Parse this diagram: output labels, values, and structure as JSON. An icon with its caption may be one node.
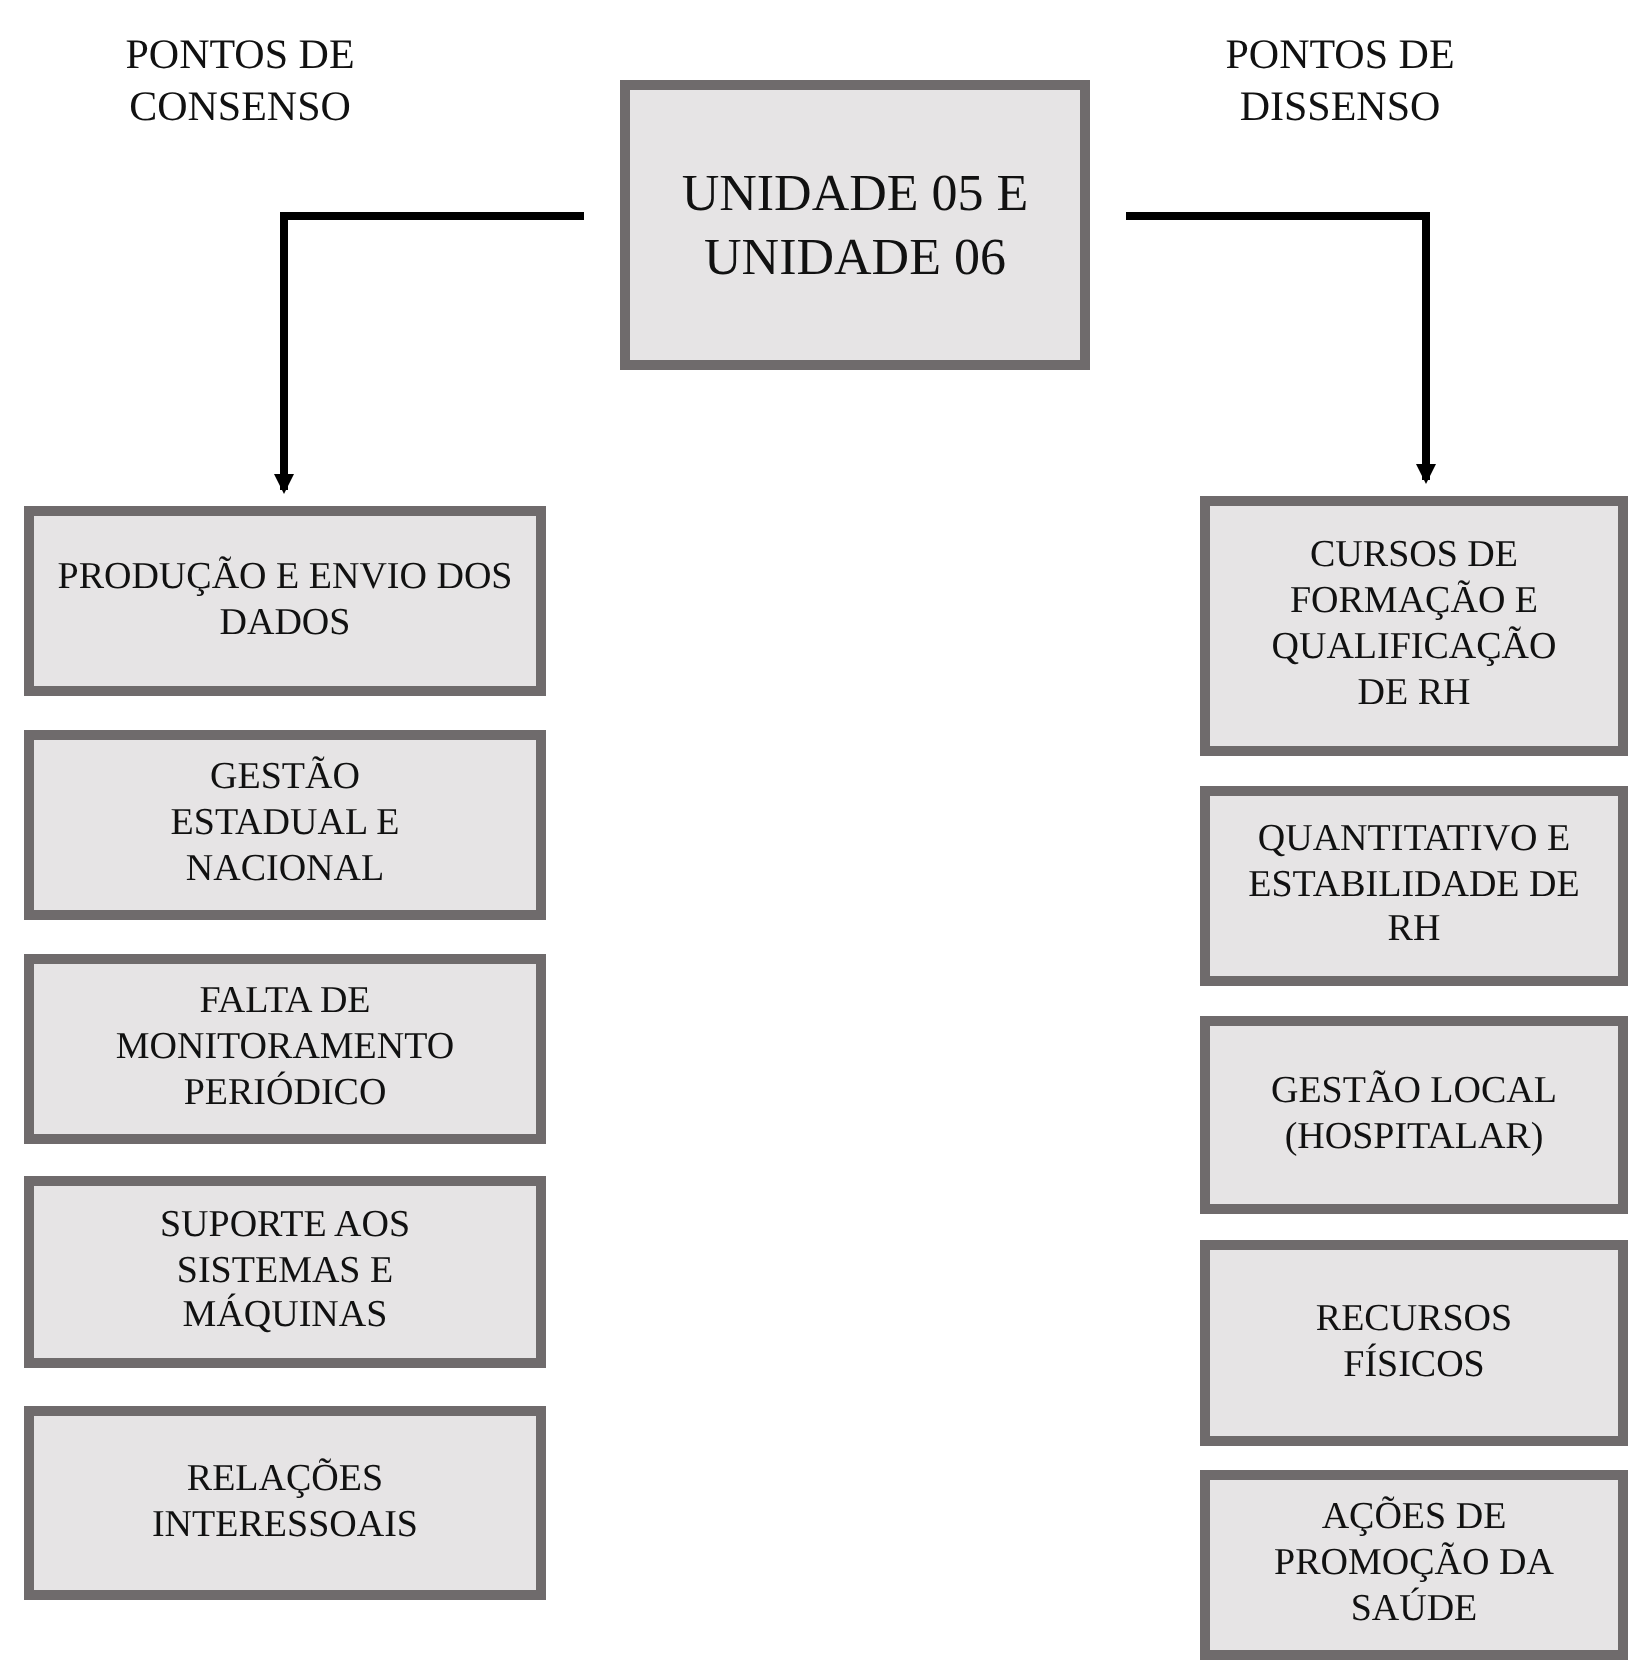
{
  "diagram": {
    "nodes": [
      {
        "text": [
          "UNIDADE 05 E UNIDADE 06"
        ]
      },
      {
        "text": [
          "PRODUÇÃO  E ENVIO DOS DADOS"
        ]
      },
      {
        "text": [
          "GESTÃO ESTADUAL E NACIONAL"
        ]
      },
      {
        "text": [
          "FALTA DE MONITORAMENTO PERIÓDICO"
        ]
      },
      {
        "text": [
          "SUPORTE AOS SISTEMAS E MÁQUINAS"
        ]
      },
      {
        "text": [
          "RELAÇÕES INTERESSOAIS"
        ]
      },
      {
        "text": [
          "CURSOS DE FORMAÇÃO E QUALIFICAÇÃO DE RH"
        ]
      },
      {
        "text": [
          "QUANTITATIVO  E ESTABILIDADE DE RH"
        ]
      },
      {
        "text": [
          "GESTÃO LOCAL (HOSPITALAR)"
        ]
      },
      {
        "text": [
          "RECURSOS FÍSICOS"
        ]
      },
      {
        "text": [
          "AÇÕES DE PROMOÇÃO DA SAÚDE"
        ]
      }
    ],
    "edges": [
      {
        "from": 0,
        "to": 1,
        "arrow": "to"
      },
      {
        "from": 0,
        "to": 6,
        "arrow": "to"
      }
    ],
    "labels": [
      "PONTOS DE CONSENSO",
      "PONTOS DE DISSENSO"
    ]
  }
}
